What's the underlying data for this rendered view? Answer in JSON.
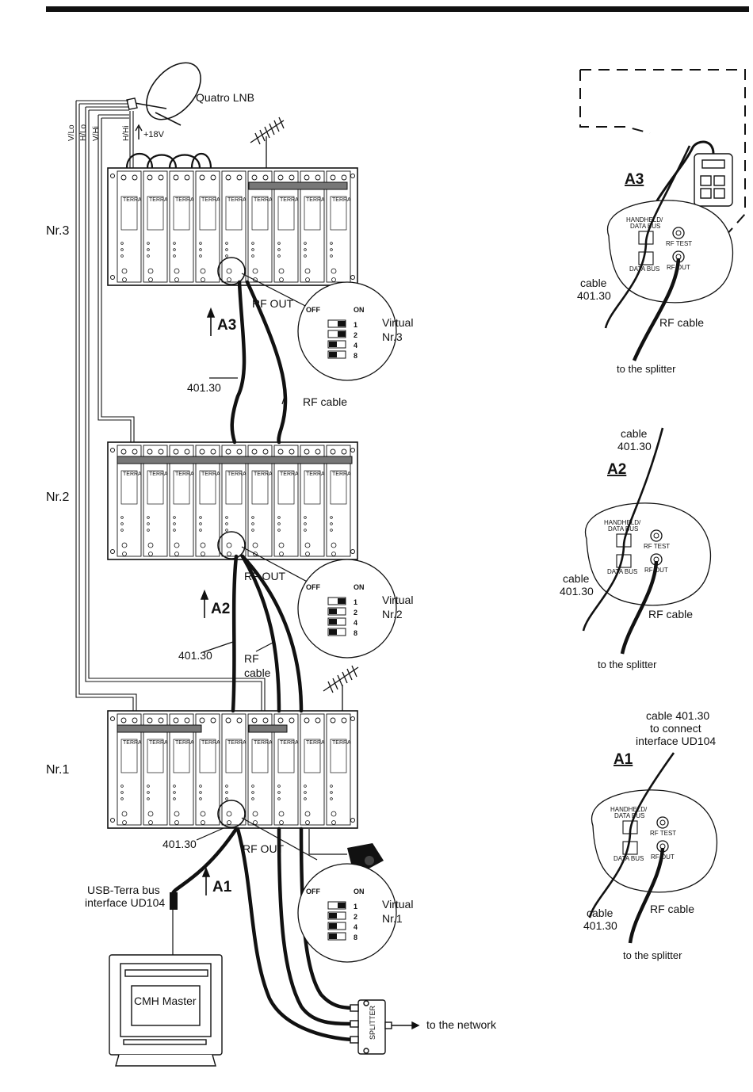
{
  "labels": {
    "lnb": "Quatro LNB",
    "plus18v": "+18V",
    "v_lo": "V/Lo",
    "h_lo": "H/Lo",
    "v_hi": "V/Hi",
    "h_hi": "H/Hi",
    "rf_out": "RF OUT",
    "cable_401": "401.30",
    "rf_cable": "RF cable",
    "rf": "RF",
    "cable": "cable",
    "usb_line1": "USB-Terra bus",
    "usb_line2": "interface UD104",
    "cmh_master": "CMH Master",
    "splitter": "SPLITTER",
    "to_network": "to the network",
    "to_splitter": "to the splitter",
    "handheld1": "HANDHELD/",
    "handheld2": "DATA BUS",
    "data_bus": "DATA BUS",
    "rf_test": "RF TEST",
    "rf_out_port": "RF OUT",
    "rf_cable_short": "RF  cable",
    "off": "OFF",
    "on": "ON",
    "virtual": "Virtual",
    "cable_connect1": "cable 401.30",
    "cable_connect2": "to connect",
    "cable_connect3": "interface UD104",
    "terra": "TERRA"
  },
  "stations": [
    {
      "name": "Nr.3",
      "arrow": "A3",
      "virtual": "Nr.3"
    },
    {
      "name": "Nr.2",
      "arrow": "A2",
      "virtual": "Nr.2"
    },
    {
      "name": "Nr.1",
      "arrow": "A1",
      "virtual": "Nr.1"
    }
  ],
  "dip_numbers": [
    "1",
    "2",
    "4",
    "8"
  ],
  "dip_settings": {
    "Nr.3": [
      true,
      true,
      false,
      false
    ],
    "Nr.2": [
      true,
      false,
      false,
      false
    ],
    "Nr.1": [
      true,
      false,
      false,
      false
    ]
  },
  "details": [
    {
      "name": "A3"
    },
    {
      "name": "A2"
    },
    {
      "name": "A1"
    }
  ]
}
